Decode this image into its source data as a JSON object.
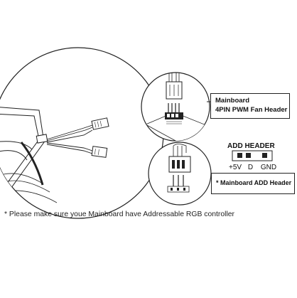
{
  "pwm_header": {
    "line1": "Mainboard",
    "line2": "4PIN PWM Fan Header"
  },
  "add_header": {
    "title": "ADD HEADER",
    "pins": [
      "+5V",
      "D",
      "GND"
    ],
    "box_text": "* Mainboard ADD Header"
  },
  "footnote": "* Please make sure youe Mainboard have Addressable RGB controller",
  "colors": {
    "line": "#222222",
    "background": "#ffffff"
  }
}
